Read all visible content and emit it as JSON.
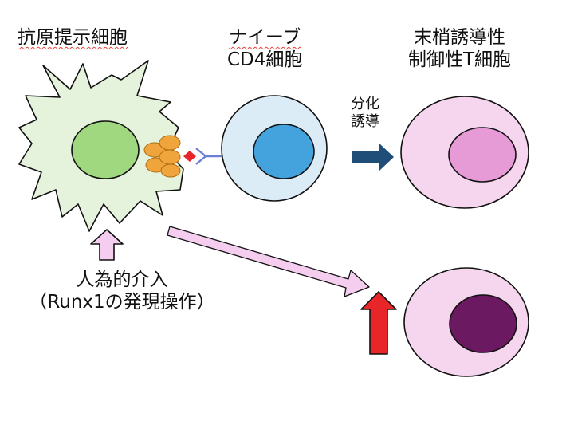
{
  "labels": {
    "apc": "抗原提示細胞",
    "naive_line1": "ナイーブ",
    "naive_line2": "CD4細胞",
    "treg_line1": "末梢誘導性",
    "treg_line2": "制御性T細胞",
    "diff_line1": "分化",
    "diff_line2": "誘導",
    "interv_line1": "人為的介入",
    "interv_line2": "（Runx1の発現操作）"
  },
  "colors": {
    "apc_body": "#e5f3dc",
    "apc_nucleus": "#9fd87f",
    "mhc_orange": "#f0a43c",
    "antigen": "#e8262a",
    "tcr": "#6c7fd6",
    "naive_cell": "#dcecf7",
    "naive_nucleus": "#44a3dd",
    "treg_cell": "#f6d6ee",
    "treg_nucleus": "#e79bd6",
    "treg_enhanced_nucleus": "#6b1960",
    "dark_arrow": "#1f4e79",
    "pink_arrow": "#f4cdef",
    "red_arrow": "#e8262a"
  }
}
